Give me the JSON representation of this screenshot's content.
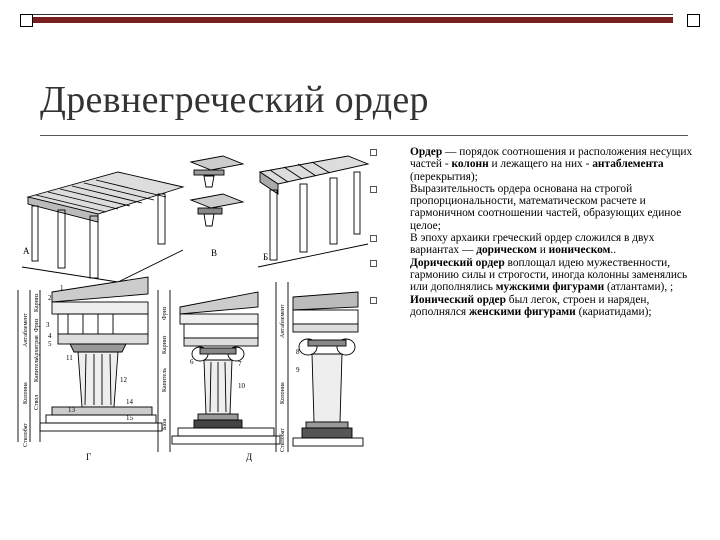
{
  "slide": {
    "title": "Древнегреческий ордер",
    "accent_color": "#7a1f1f"
  },
  "figure": {
    "labels": {
      "a": "A",
      "b": "Б",
      "v": "В",
      "g": "Г",
      "d": "Д",
      "antablement": "Антаблемент",
      "kolonna": "Колонна",
      "stilobat": "Стилобат",
      "karniz": "Карниз",
      "friz": "Фриз",
      "arkhitrav": "Архитрав",
      "kapitel": "Капитель",
      "stvol": "Ствол",
      "baza": "База",
      "n1": "1",
      "n2": "2",
      "n3": "3",
      "n4": "4",
      "n5": "5",
      "n6": "6",
      "n7": "7",
      "n8": "8",
      "n9": "9",
      "n10": "10",
      "n11": "11",
      "n12": "12",
      "n13": "13",
      "n14": "14",
      "n15": "15"
    }
  },
  "bullets": [
    {
      "parts": [
        {
          "text": "Ордер",
          "bold": true
        },
        {
          "text": " — порядок соотношения и расположения несущих частей - ",
          "bold": false
        },
        {
          "text": "колонн",
          "bold": true
        },
        {
          "text": " и лежащего на них - ",
          "bold": false
        },
        {
          "text": "антаблемента",
          "bold": true
        },
        {
          "text": " (перекрытия);",
          "bold": false
        }
      ]
    },
    {
      "parts": [
        {
          "text": "Выразительность ордера основана на строгой пропорциональности, математическом расчете и гармоничном соотношении частей, образующих единое целое;",
          "bold": false
        }
      ]
    },
    {
      "parts": [
        {
          "text": "В эпоху архаики греческий ордер сложился в двух вариантах — ",
          "bold": false
        },
        {
          "text": "дорическом",
          "bold": true
        },
        {
          "text": " и ",
          "bold": false
        },
        {
          "text": "ионическом",
          "bold": true
        },
        {
          "text": "..",
          "bold": false
        }
      ]
    },
    {
      "parts": [
        {
          "text": "Дорический ордер",
          "bold": true
        },
        {
          "text": " воплощал идею мужественности, гармонию силы и строгости, иногда колонны заменялись или дополнялись ",
          "bold": false
        },
        {
          "text": "мужскими фигурами",
          "bold": true
        },
        {
          "text": " (атлантами), ;",
          "bold": false
        }
      ]
    },
    {
      "parts": [
        {
          "text": "Ионический ордер",
          "bold": true
        },
        {
          "text": " был легок, строен и наряден, дополнялся ",
          "bold": false
        },
        {
          "text": "женскими фигурами",
          "bold": true
        },
        {
          "text": " (кариатидами);",
          "bold": false
        }
      ]
    }
  ]
}
